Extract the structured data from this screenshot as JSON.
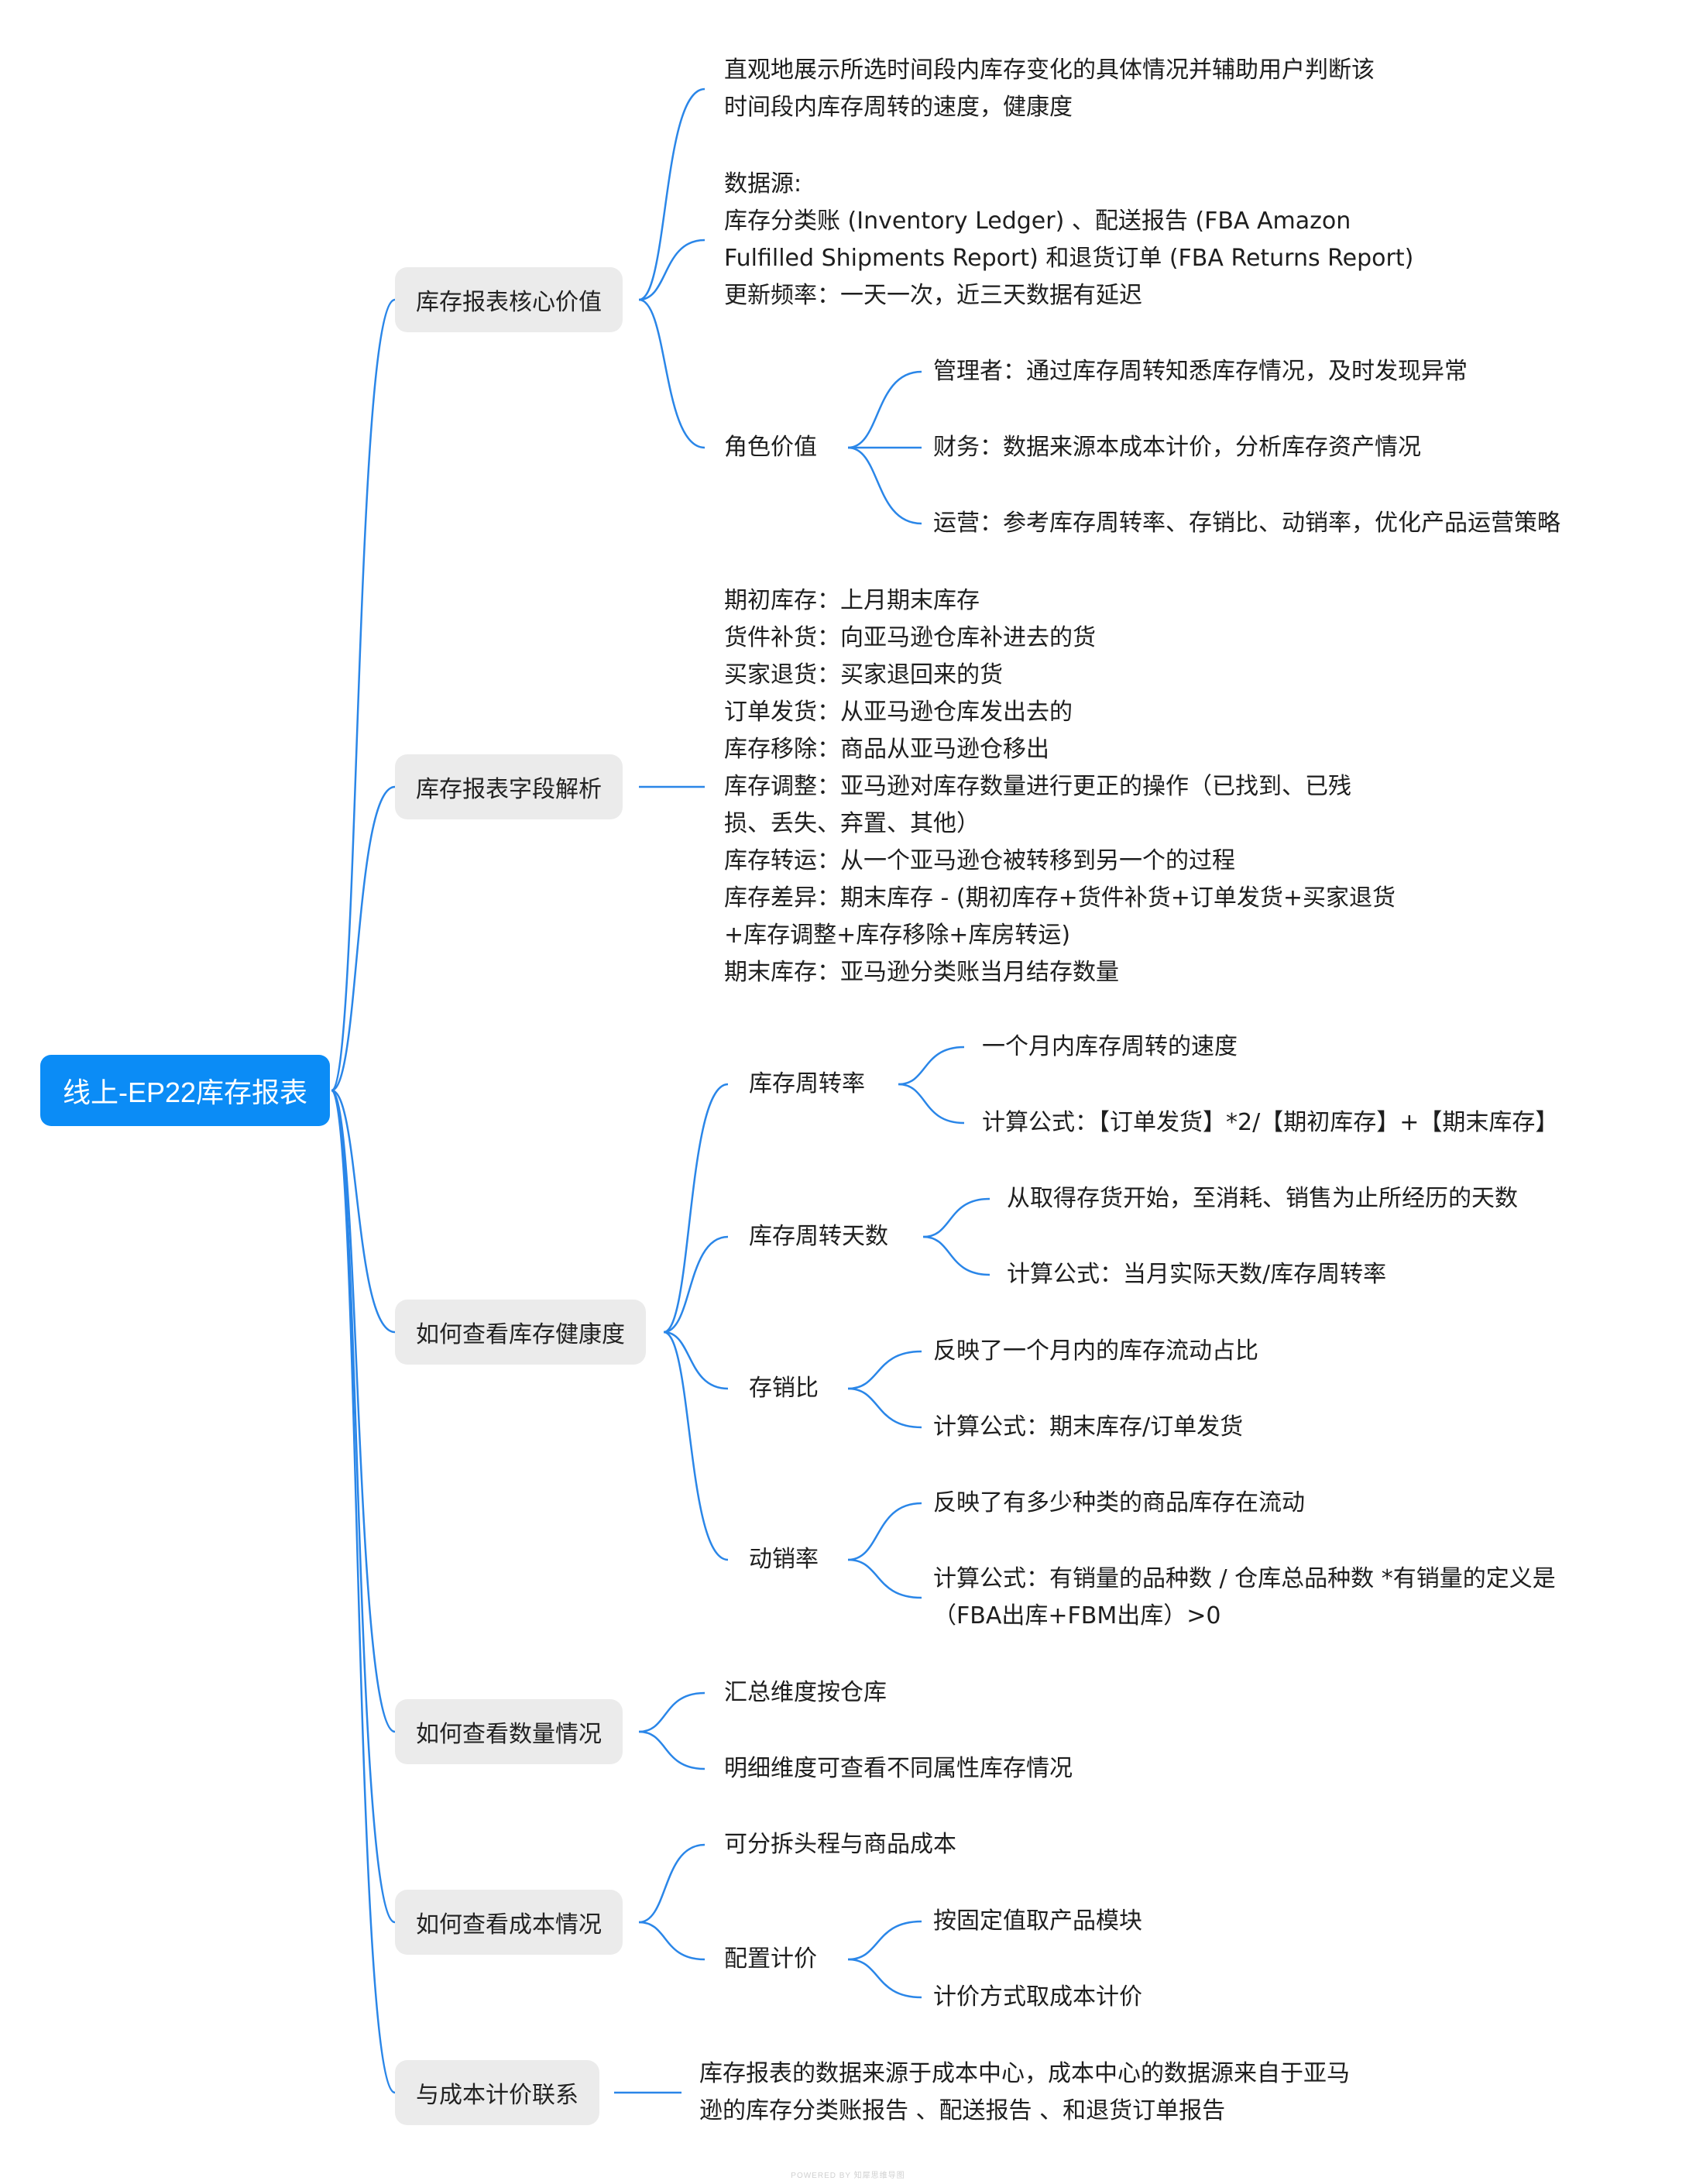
{
  "root": "线上-EP22库存报表",
  "branches": {
    "core_value": {
      "label": "库存报表核心价值",
      "desc": "直观地展示所选时间段内库存变化的具体情况并辅助用户判断该\n时间段内库存周转的速度，健康度",
      "source": "数据源:\n库存分类账 (Inventory Ledger) 、配送报告 (FBA Amazon\nFulfilled Shipments Report) 和退货订单 (FBA Returns Report)\n更新频率：一天一次，近三天数据有延迟",
      "roles": {
        "label": "角色价值",
        "manager": "管理者：通过库存周转知悉库存情况，及时发现异常",
        "finance": "财务：数据来源本成本计价，分析库存资产情况",
        "operations": "运营：参考库存周转率、存销比、动销率，优化产品运营策略"
      }
    },
    "fields": {
      "label": "库存报表字段解析",
      "text": "期初库存：上月期末库存\n货件补货：向亚马逊仓库补进去的货\n买家退货：买家退回来的货\n订单发货：从亚马逊仓库发出去的\n库存移除：商品从亚马逊仓移出\n库存调整：亚马逊对库存数量进行更正的操作（已找到、已残\n损、丢失、弃置、其他）\n库存转运：从一个亚马逊仓被转移到另一个的过程\n库存差异：期末库存 - (期初库存+货件补货+订单发货+买家退货\n+库存调整+库存移除+库房转运)\n期末库存：亚马逊分类账当月结存数量"
    },
    "health": {
      "label": "如何查看库存健康度",
      "turnover_rate": {
        "label": "库存周转率",
        "desc": "一个月内库存周转的速度",
        "formula": "计算公式：【订单发货】*2/【期初库存】+【期末库存】"
      },
      "turnover_days": {
        "label": "库存周转天数",
        "desc": "从取得存货开始，至消耗、销售为止所经历的天数",
        "formula": "计算公式：当月实际天数/库存周转率"
      },
      "stock_sales_ratio": {
        "label": "存销比",
        "desc": "反映了一个月内的库存流动占比",
        "formula": "计算公式：期末库存/订单发货"
      },
      "sell_through": {
        "label": "动销率",
        "desc": "反映了有多少种类的商品库存在流动",
        "formula": "计算公式：有销量的品种数 / 仓库总品种数 *有销量的定义是\n（FBA出库+FBM出库）>0"
      }
    },
    "quantity": {
      "label": "如何查看数量情况",
      "summary": "汇总维度按仓库",
      "detail": "明细维度可查看不同属性库存情况"
    },
    "cost": {
      "label": "如何查看成本情况",
      "split": "可分拆头程与商品成本",
      "config": {
        "label": "配置计价",
        "fixed": "按固定值取产品模块",
        "method": "计价方式取成本计价"
      }
    },
    "costing_link": {
      "label": "与成本计价联系",
      "text": "库存报表的数据来源于成本中心，成本中心的数据源来自于亚马\n逊的库存分类账报告 、配送报告 、和退货订单报告"
    }
  },
  "footer": "POWERED BY 知犀思维导图"
}
